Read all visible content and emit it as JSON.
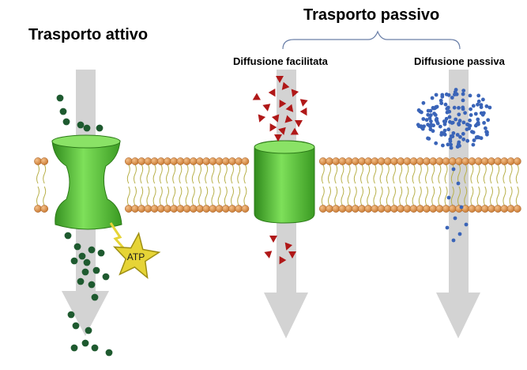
{
  "labels": {
    "active_transport": "Trasporto attivo",
    "passive_transport": "Trasporto passivo",
    "facilitated_diffusion": "Diffusione facilitata",
    "passive_diffusion": "Diffusione passiva",
    "atp": "ATP"
  },
  "colors": {
    "arrow": "#d3d3d3",
    "protein": "#5fcc3a",
    "protein_dark": "#2f8a1c",
    "lipid_head": "#d98c48",
    "lipid_tail": "#b8b04a",
    "active_particle": "#1e5a2f",
    "facilitated_particle": "#b01818",
    "passive_particle": "#3a64b8",
    "atp_star": "#e6d436",
    "atp_outline": "#9d8e12"
  },
  "icons": {
    "active_particle": "dark-green-sphere",
    "facilitated_particle": "red-triangle",
    "passive_particle": "blue-sphere",
    "atp": "yellow-star"
  }
}
